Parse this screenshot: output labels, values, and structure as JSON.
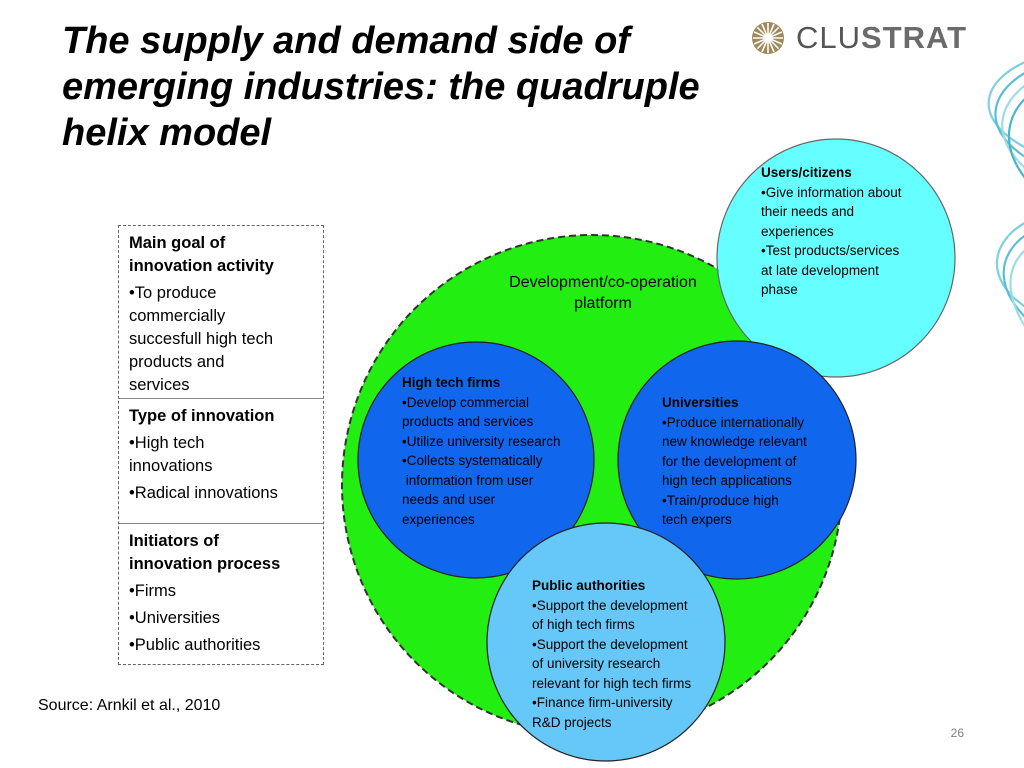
{
  "title": {
    "line1": "The supply and demand side of",
    "line2": "emerging industries: the quadruple",
    "line3": "helix model"
  },
  "logo": {
    "text_light": "CLU",
    "text_bold": "STRAT"
  },
  "table": {
    "cells": [
      {
        "head1": "Main goal of",
        "head2": "innovation activity",
        "lines": [
          "•To produce",
          "commercially",
          "succesfull high tech",
          "products and",
          "services"
        ]
      },
      {
        "head1": "Type of innovation",
        "lines": [
          "•High tech",
          "innovations",
          "•Radical innovations"
        ]
      },
      {
        "head1": "Initiators of",
        "head2": "innovation process",
        "lines": [
          "•Firms",
          "•Universities",
          "•Public authorities"
        ]
      }
    ]
  },
  "diagram": {
    "platform_label_line1": "Development/co-operation",
    "platform_label_line2": "platform",
    "users": {
      "title": "Users/citizens",
      "lines": [
        "•Give information about",
        "their needs and",
        "experiences",
        "•Test products/services",
        "at late development",
        "phase"
      ]
    },
    "firms": {
      "title": "High tech firms",
      "lines": [
        "•Develop commercial",
        "products and services",
        "•Utilize university research",
        "•Collects systematically",
        " information from user",
        "needs and user",
        "experiences"
      ]
    },
    "universities": {
      "title": "Universities",
      "lines": [
        "•Produce internationally",
        "new knowledge relevant",
        "for the development of",
        "high tech applications",
        "•Train/produce high",
        "tech expers"
      ]
    },
    "public": {
      "title": "Public authorities",
      "lines": [
        "•Support the development",
        "of high tech firms",
        "•Support the development",
        "of university research",
        "relevant for high tech firms",
        "•Finance firm-university",
        "R&D projects"
      ]
    }
  },
  "source": "Source: Arnkil et al., 2010",
  "page_number": "26",
  "colors": {
    "platform_green": "#22ee11",
    "users_cyan": "#66ffff",
    "firm_blue": "#1166ee",
    "public_lightblue": "#66c8f8",
    "logo_gold": "#a08858"
  }
}
